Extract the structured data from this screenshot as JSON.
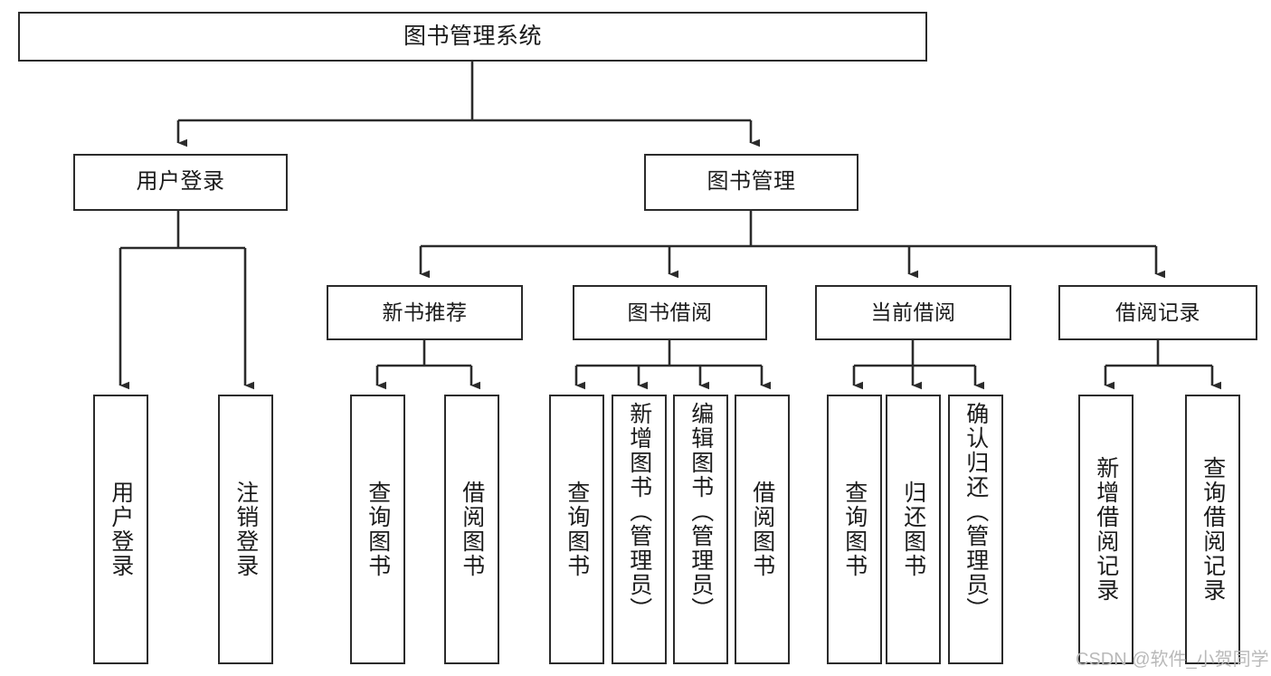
{
  "diagram": {
    "title": "图书管理系统",
    "type": "tree-hierarchy-chart",
    "watermark": "CSDN @软件_小贺同学",
    "colors": {
      "node_border": "#2b2b2b",
      "node_fill": "#ffffff",
      "edge": "#2b2b2b",
      "text": "#1b1b1b",
      "watermark": "#b9b9b9",
      "background": "#ffffff"
    },
    "nodes": {
      "root": {
        "label": "图书管理系统"
      },
      "level1": [
        {
          "id": "user-login",
          "label": "用户登录"
        },
        {
          "id": "book-manage",
          "label": "图书管理"
        }
      ],
      "level2": [
        {
          "id": "new-book-recommend",
          "label": "新书推荐"
        },
        {
          "id": "book-borrow",
          "label": "图书借阅"
        },
        {
          "id": "current-borrow",
          "label": "当前借阅"
        },
        {
          "id": "borrow-record",
          "label": "借阅记录"
        }
      ],
      "leaves": {
        "user-login": [
          {
            "id": "leaf-user-login",
            "label": "用户登录"
          },
          {
            "id": "leaf-logout-login",
            "label": "注销登录"
          }
        ],
        "new-book-recommend": [
          {
            "id": "leaf-query-book-1",
            "label": "查询图书"
          },
          {
            "id": "leaf-borrow-book-1",
            "label": "借阅图书"
          }
        ],
        "book-borrow": [
          {
            "id": "leaf-query-book-2",
            "label": "查询图书"
          },
          {
            "id": "leaf-add-book",
            "label": "新增图书（管理员）"
          },
          {
            "id": "leaf-edit-book",
            "label": "编辑图书（管理员）"
          },
          {
            "id": "leaf-borrow-book-2",
            "label": "借阅图书"
          }
        ],
        "current-borrow": [
          {
            "id": "leaf-query-book-3",
            "label": "查询图书"
          },
          {
            "id": "leaf-return-book",
            "label": "归还图书"
          },
          {
            "id": "leaf-confirm-return",
            "label": "确认归还（管理员）"
          }
        ],
        "borrow-record": [
          {
            "id": "leaf-add-record",
            "label": "新增借阅记录"
          },
          {
            "id": "leaf-query-record",
            "label": "查询借阅记录"
          }
        ]
      }
    }
  }
}
